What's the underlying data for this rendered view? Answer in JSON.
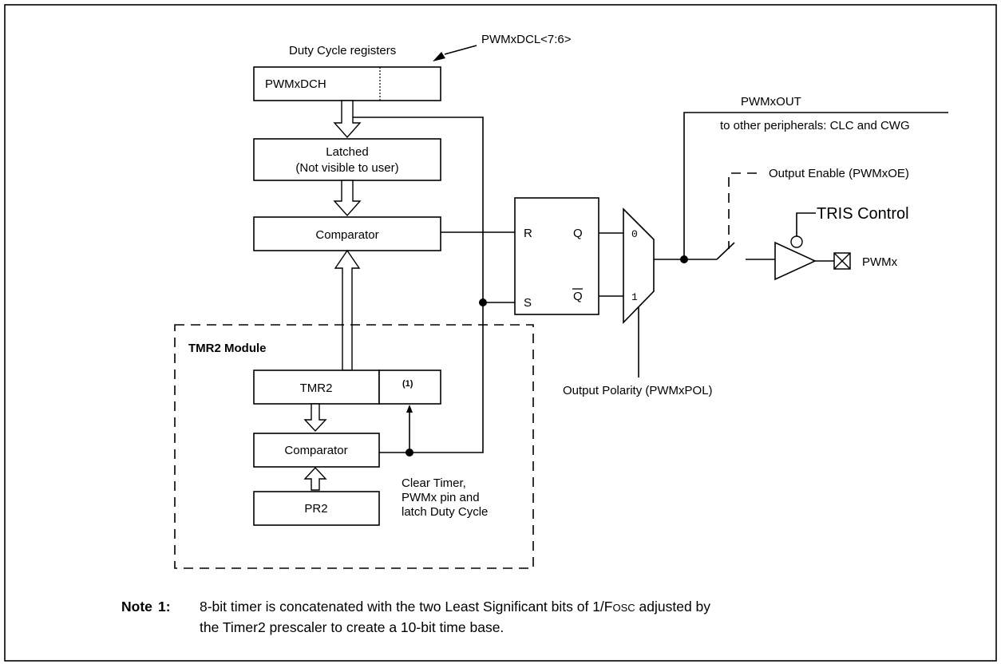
{
  "diagram": {
    "duty_cycle_registers": "Duty Cycle registers",
    "pwmxdcl_bits": "PWMxDCL<7:6>",
    "pwmxdch": "PWMxDCH",
    "latched_line1": "Latched",
    "latched_line2": "(Not visible to user)",
    "comparator_top": "Comparator",
    "sr_r": "R",
    "sr_s": "S",
    "sr_q": "Q",
    "sr_qbar": "Q",
    "mux_0": "0",
    "mux_1": "1",
    "pwmxout": "PWMxOUT",
    "other_peripherals": "to other peripherals: CLC and CWG",
    "output_enable": "Output Enable (PWMxOE)",
    "tris_control": "TRIS Control",
    "pwmx_pin": "PWMx",
    "output_polarity": "Output Polarity (PWMxPOL)",
    "tmr2_module": "TMR2 Module",
    "tmr2": "TMR2",
    "footnote_ref": "(1)",
    "comparator_bottom": "Comparator",
    "pr2": "PR2",
    "clear_line1": "Clear Timer,",
    "clear_line2": "PWMx pin and",
    "clear_line3": "latch Duty Cycle"
  },
  "note": {
    "label": "Note",
    "number": "1:",
    "line1_pre": "8-bit timer is concatenated with the two Least Significant bits of 1/F",
    "line1_osc": "OSC",
    "line1_post": " adjusted by",
    "line2": "the Timer2 prescaler to create a 10-bit time base."
  }
}
